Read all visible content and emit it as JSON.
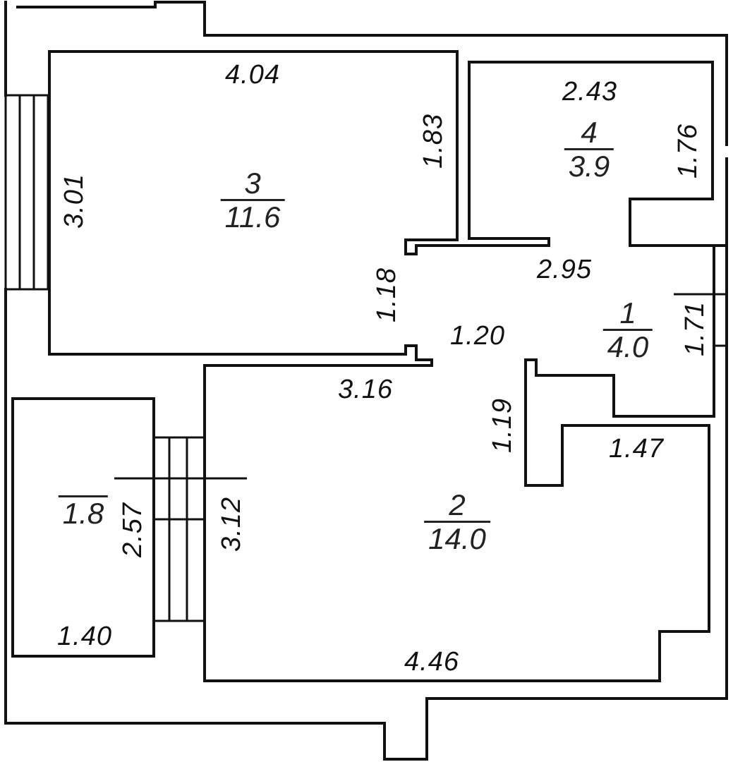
{
  "rooms": [
    {
      "number": "3",
      "area": "11.6"
    },
    {
      "number": "4",
      "area": "3.9"
    },
    {
      "number": "1",
      "area": "4.0"
    },
    {
      "number": "2",
      "area": "14.0"
    },
    {
      "number": "",
      "area": "1.8"
    }
  ],
  "dimensions": {
    "r3_top": "4.04",
    "r3_left": "3.01",
    "r3_right": "1.83",
    "r4_top": "2.43",
    "r4_right": "1.76",
    "hall_top": "2.95",
    "hall_door": "1.18",
    "hall_mid": "1.20",
    "hall_right": "1.71",
    "r2_top": "3.16",
    "r2_notch_side": "1.19",
    "r2_notch_top": "1.47",
    "r2_left": "3.12",
    "r2_bottom": "4.46",
    "balcony_side": "2.57",
    "balcony_bottom": "1.40"
  }
}
